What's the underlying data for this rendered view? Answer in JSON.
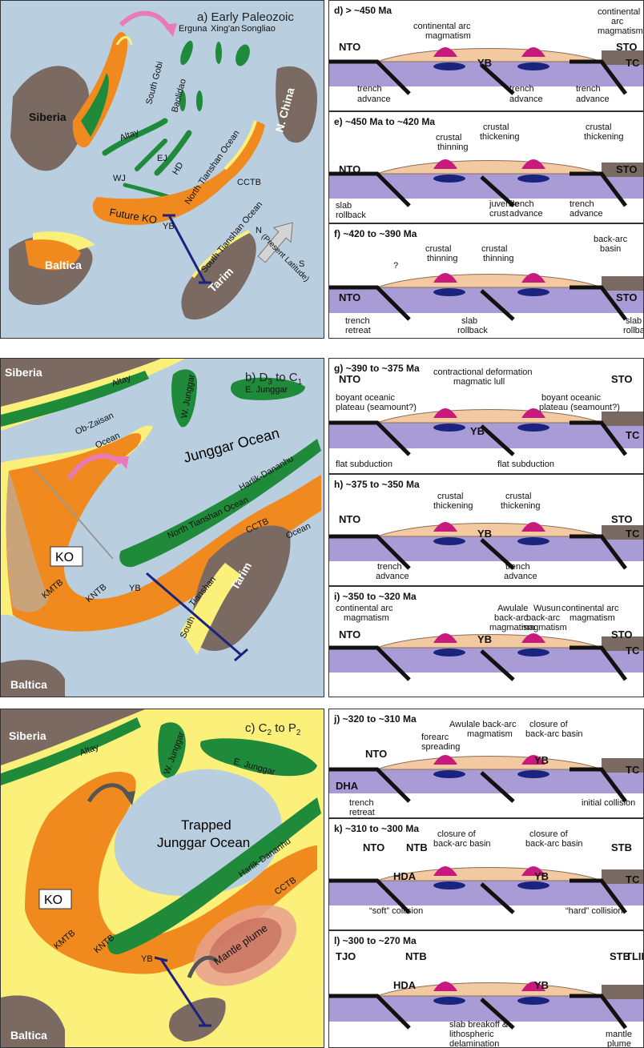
{
  "map_a": {
    "title": "a) Early Paleozoic",
    "labels": {
      "siberia": "Siberia",
      "erguna": "Erguna",
      "xingan": "Xing'an",
      "songliao": "Songliao",
      "south_gobi": "South Gobi",
      "baolidao": "Baolidao",
      "n_china": "N. China",
      "altay": "Altay",
      "ej": "EJ",
      "hd": "HD",
      "wj": "WJ",
      "north_tianshan": "North Tianshan Ocean",
      "cctb": "CCTB",
      "south_tianshan": "South Tianshan Ocean",
      "future_ko": "Future KO",
      "yb": "YB",
      "baltica": "Baltica",
      "tarim": "Tarim",
      "present_latitude": "(Present Latitude)",
      "n": "N",
      "s": "S"
    }
  },
  "map_b": {
    "title": "b) D",
    "title_sub1": "3",
    "title_mid": " to C",
    "title_sub2": "1",
    "labels": {
      "siberia": "Siberia",
      "altay": "Altay",
      "w_junggar": "W. Junggar",
      "e_junggar": "E. Junggar",
      "ob_zaisan": "Ob-Zaisan",
      "ocean": "Ocean",
      "junggar_ocean": "Junggar Ocean",
      "harlik": "Harlik-Dananhu",
      "north_tianshan": "North Tianshan Ocean",
      "cctb": "CCTB",
      "ocean2": "Ocean",
      "tianshan": "Tianshan",
      "south": "South",
      "ko": "KO",
      "kmtb": "KMTB",
      "kntb": "KNTB",
      "yb": "YB",
      "tarim": "Tarim",
      "baltica": "Baltica"
    }
  },
  "map_c": {
    "title": "c) C",
    "title_sub1": "2",
    "title_mid": " to P",
    "title_sub2": "2",
    "labels": {
      "siberia": "Siberia",
      "altay": "Altay",
      "w_junggar": "W. Junggar",
      "e_junggar": "E. Junggar",
      "trapped": "Trapped",
      "junggar_ocean": "Junggar Ocean",
      "harlik": "Harlik-Dananhu",
      "cctb": "CCTB",
      "ko": "KO",
      "kmtb": "KMTB",
      "kntb": "KNTB",
      "yb": "YB",
      "mantle_plume": "Mantle plume",
      "baltica": "Baltica"
    }
  },
  "sections": {
    "d": {
      "title": "d) > ~450 Ma",
      "labels": [
        "NTO",
        "YB",
        "STO",
        "TC",
        "continental arc",
        "magmatism",
        "continental",
        "arc",
        "magmatism",
        "trench",
        "advance",
        "trench",
        "advance",
        "trench",
        "advance"
      ]
    },
    "e": {
      "title": "e) ~450 Ma to ~420 Ma",
      "labels": [
        "NTO",
        "STO",
        "crustal",
        "thinning",
        "crustal",
        "thickening",
        "crustal",
        "thickening",
        "slab",
        "rollback",
        "juvenile",
        "crust",
        "trench",
        "advance",
        "trench",
        "advance"
      ]
    },
    "f": {
      "title": "f) ~420 to ~390 Ma",
      "labels": [
        "NTO",
        "STO",
        "?",
        "crustal",
        "thinning",
        "crustal",
        "thinning",
        "back-arc",
        "basin",
        "trench",
        "retreat",
        "slab",
        "rollback",
        "slab",
        "rollback"
      ]
    },
    "g": {
      "title": "g) ~390 to ~375 Ma",
      "labels": [
        "NTO",
        "STO",
        "YB",
        "TC",
        "boyant oceanic",
        "plateau (seamount?)",
        "contractional deformation",
        "magmatic lull",
        "boyant oceanic",
        "plateau (seamount?)",
        "flat subduction",
        "flat subduction"
      ]
    },
    "h": {
      "title": "h) ~375 to ~350 Ma",
      "labels": [
        "NTO",
        "YB",
        "STO",
        "TC",
        "crustal",
        "thickening",
        "crustal",
        "thickening",
        "trench",
        "advance",
        "trench",
        "advance"
      ]
    },
    "i": {
      "title": "i) ~350 to ~320 Ma",
      "labels": [
        "NTO",
        "YB",
        "STO",
        "TC",
        "continental arc",
        "magmatism",
        "Awulale",
        "back-arc",
        "magmatism",
        "Wusun",
        "back-arc",
        "magmatism",
        "continental arc",
        "magmatism"
      ]
    },
    "j": {
      "title": "j) ~320 to ~310 Ma",
      "labels": [
        "NTO",
        "DHA",
        "YB",
        "TC",
        "forearc",
        "spreading",
        "Awulale back-arc",
        "magmatism",
        "closure of",
        "back-arc basin",
        "trench",
        "retreat",
        "initial collision"
      ]
    },
    "k": {
      "title": "k) ~310 to ~300 Ma",
      "labels": [
        "NTO",
        "NTB",
        "HDA",
        "YB",
        "STB",
        "TC",
        "closure of",
        "back-arc basin",
        "closure of",
        "back-arc basin",
        "“soft” collision",
        "“hard” collision"
      ]
    },
    "l": {
      "title": "l) ~300 to ~270 Ma",
      "labels": [
        "TJO",
        "NTB",
        "HDA",
        "YB",
        "STB",
        "TLIP",
        "slab breakoff &",
        "lithospheric",
        "delamination",
        "mantle",
        "plume"
      ]
    }
  },
  "colors": {
    "ocean": "#b9cfe0",
    "orange": "#f08a1e",
    "yellow": "#fbf07a",
    "green": "#1e8a3a",
    "brown": "#7a6a62",
    "tan": "#f2c9a0",
    "lilac": "#a99bd6",
    "magenta": "#c8197d",
    "navy": "#1a237e",
    "pink_arrow": "#e97ab8"
  }
}
